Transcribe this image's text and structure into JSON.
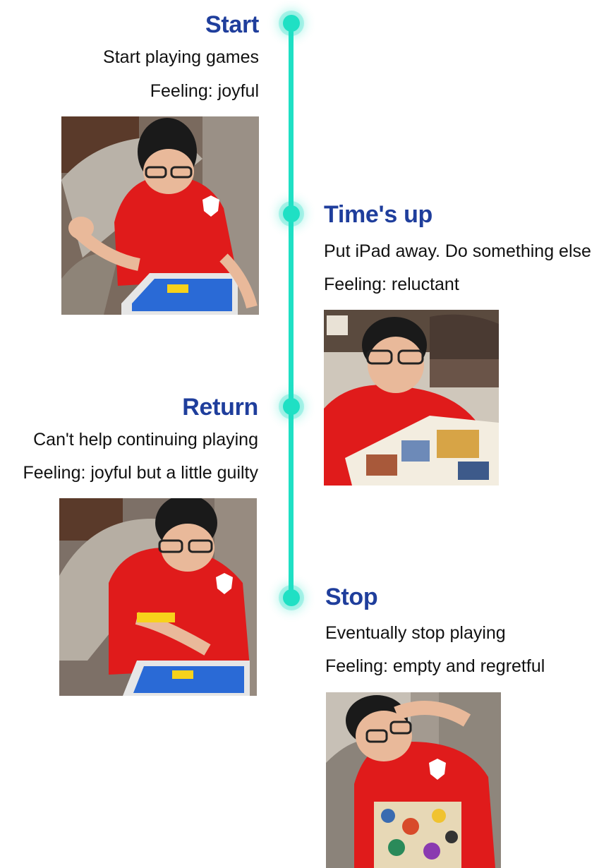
{
  "steps": [
    {
      "title": "Start",
      "line1": "Start playing games",
      "line2": "Feeling: joyful",
      "photo": "boy-playing-tablet-photo"
    },
    {
      "title": "Time's up",
      "line1": "Put iPad away. Do something else",
      "line2": "Feeling: reluctant",
      "photo": "boy-reading-comic-photo"
    },
    {
      "title": "Return",
      "line1": "Can't help continuing playing",
      "line2": "Feeling: joyful but a little guilty",
      "photo": "boy-playing-tablet-again-photo"
    },
    {
      "title": "Stop",
      "line1": "Eventually stop playing",
      "line2": "Feeling: empty and regretful",
      "photo": "boy-regretful-photo"
    }
  ],
  "colors": {
    "accent": "#1fe0c4",
    "title": "#1f3e9c",
    "shirt": "#e01b1b"
  }
}
